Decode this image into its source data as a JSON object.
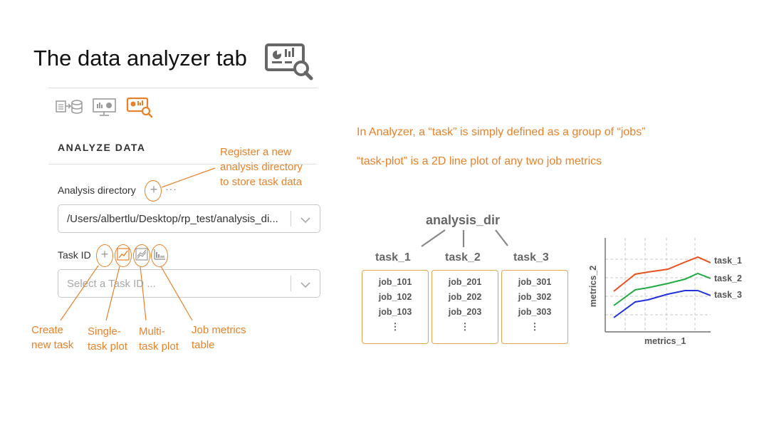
{
  "slide": {
    "title": "The data analyzer tab",
    "title_icon": "data-analyzer-icon"
  },
  "sidebar_nav": {
    "items": [
      {
        "icon": "data-loader-icon",
        "active": false
      },
      {
        "icon": "dashboard-icon",
        "active": false
      },
      {
        "icon": "data-analyzer-icon",
        "active": true
      }
    ]
  },
  "panel": {
    "section_title": "ANALYZE DATA",
    "analysis_directory": {
      "label": "Analysis directory",
      "add_icon": "plus-icon",
      "more_label": "···",
      "value": "/Users/albertlu/Desktop/rp_test/analysis_di..."
    },
    "task_id": {
      "label": "Task ID",
      "buttons": [
        "plus-icon",
        "single-task-plot-icon",
        "multi-task-plot-icon",
        "job-metrics-table-icon"
      ],
      "placeholder": "Select a Task ID ..."
    }
  },
  "annotations": {
    "register": [
      "Register a new",
      "analysis directory",
      "to store task data"
    ],
    "create": [
      "Create",
      "new task"
    ],
    "single": [
      "Single-",
      "task plot"
    ],
    "multi": [
      "Multi-",
      "task plot"
    ],
    "metrics": [
      "Job metrics",
      "table"
    ]
  },
  "callouts": {
    "line1": "In Analyzer, a “task” is simply defined as a group of “jobs”",
    "line2": "“task-plot” is a 2D line plot of any two job metrics"
  },
  "tree": {
    "root": "analysis_dir",
    "tasks": [
      {
        "name": "task_1",
        "jobs": [
          "job_101",
          "job_102",
          "job_103"
        ],
        "more": "⋮"
      },
      {
        "name": "task_2",
        "jobs": [
          "job_201",
          "job_202",
          "job_203"
        ],
        "more": "⋮"
      },
      {
        "name": "task_3",
        "jobs": [
          "job_301",
          "job_302",
          "job_303"
        ],
        "more": "⋮"
      }
    ]
  },
  "plot": {
    "xlabel": "metrics_1",
    "ylabel": "metrics_2",
    "series": [
      {
        "name": "task_1",
        "color": "#e8501e"
      },
      {
        "name": "task_2",
        "color": "#22aa44"
      },
      {
        "name": "task_3",
        "color": "#2233dd"
      }
    ]
  },
  "colors": {
    "accent": "#e8822a",
    "box_border": "#e0a550"
  }
}
